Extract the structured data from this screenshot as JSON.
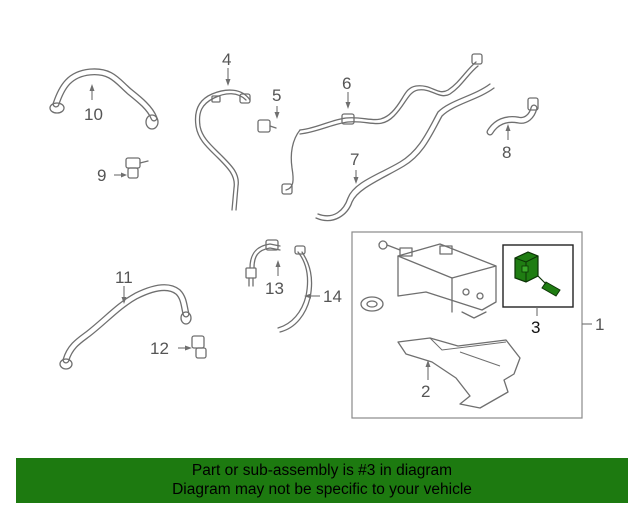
{
  "callouts": {
    "c1": "1",
    "c2": "2",
    "c3": "3",
    "c4": "4",
    "c5": "5",
    "c6": "6",
    "c7": "7",
    "c8": "8",
    "c9": "9",
    "c10": "10",
    "c11": "11",
    "c12": "12",
    "c13": "13",
    "c14": "14"
  },
  "highlighted_part": "3",
  "colors": {
    "banner": "#1d7a10",
    "highlight_part": "#1f7d12",
    "line_art": "#6f6f6f"
  },
  "banner": {
    "line1": "Part or sub-assembly is #3 in diagram",
    "line2": "Diagram may not be specific to your vehicle"
  }
}
